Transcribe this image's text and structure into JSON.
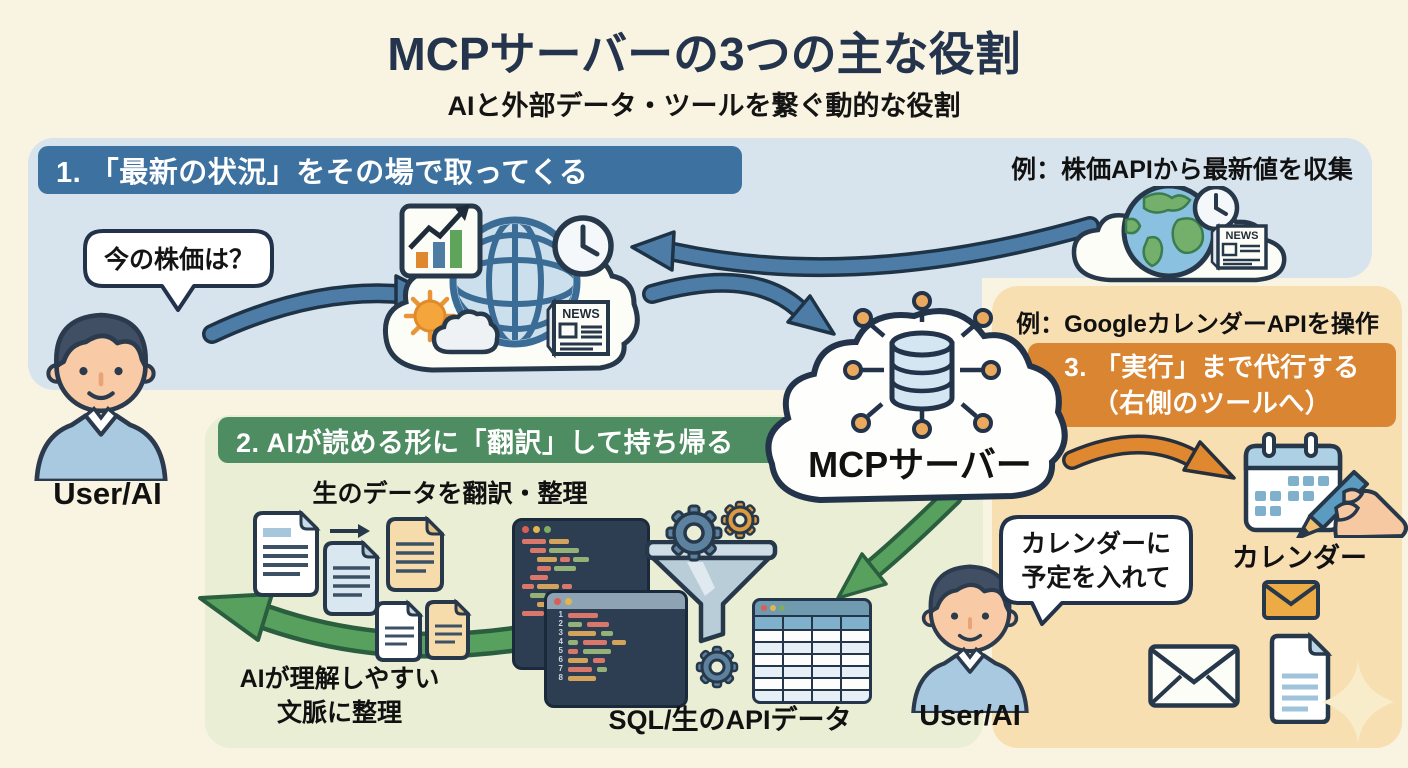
{
  "title": "MCPサーバーの3つの主な役割",
  "subtitle": "AIと外部データ・ツールを繋ぐ動的な役割",
  "mcp_cloud": {
    "label": "MCPサーバー"
  },
  "section1": {
    "header": "1. 「最新の状況」をその場で取ってくる",
    "example_label": "例：株価APIから最新値を収集",
    "user_speech": "今の株価は？",
    "user_label": "User/AI",
    "news_icon_text": "NEWS"
  },
  "section2": {
    "header": "2. AIが読める形に「翻訳」して持ち帰る",
    "raw_data_caption": "生のデータを翻訳・整理",
    "context_caption_line1": "AIが理解しやすい",
    "context_caption_line2": "文脈に整理",
    "sql_caption": "SQL/生のAPIデータ",
    "editor_line_numbers": [
      "1",
      "2",
      "3",
      "4",
      "5",
      "6",
      "7",
      "8"
    ]
  },
  "section3": {
    "example_label": "例：GoogleカレンダーAPIを操作",
    "header_line1": "3. 「実行」まで代行する",
    "header_line2": "（右側のツールへ）",
    "user_speech_line1": "カレンダーに",
    "user_speech_line2": "予定を入れて",
    "calendar_label": "カレンダー",
    "user_label": "User/AI"
  },
  "colors": {
    "background": "#f9f4e1",
    "panel_blue": "#d7e4ed",
    "panel_green": "#e9eed5",
    "panel_orange": "#f7dfb2",
    "header_blue": "#3d719f",
    "header_green": "#4e8c61",
    "header_orange": "#da8531",
    "arrow_blue": "#4d7da7",
    "arrow_green": "#57a05e",
    "arrow_orange": "#e0882f",
    "outline_navy": "#22334a",
    "title_navy": "#25344d"
  }
}
